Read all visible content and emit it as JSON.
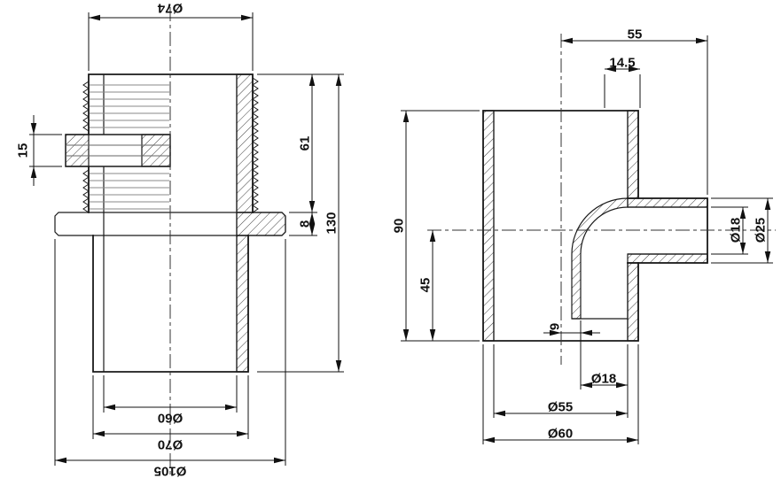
{
  "colors": {
    "background": "#ffffff",
    "line": "#1a1a1a"
  },
  "left_view": {
    "dims": {
      "top_od": "Ø74",
      "nut_height": "15",
      "thread_length": "61",
      "flange_thickness": "8",
      "overall_height": "130",
      "bore": "Ø60",
      "pipe_od": "Ø70",
      "flange_od": "Ø105"
    }
  },
  "right_view": {
    "dims": {
      "outlet_span": "55",
      "top_offset": "14.5",
      "overall_height": "90",
      "outlet_center_height": "45",
      "spigot_bore": "Ø18",
      "spigot_od": "Ø25",
      "tube_offset": "9",
      "bottom_bore": "Ø18",
      "inner_dia": "Ø55",
      "outer_dia": "Ø60"
    }
  }
}
